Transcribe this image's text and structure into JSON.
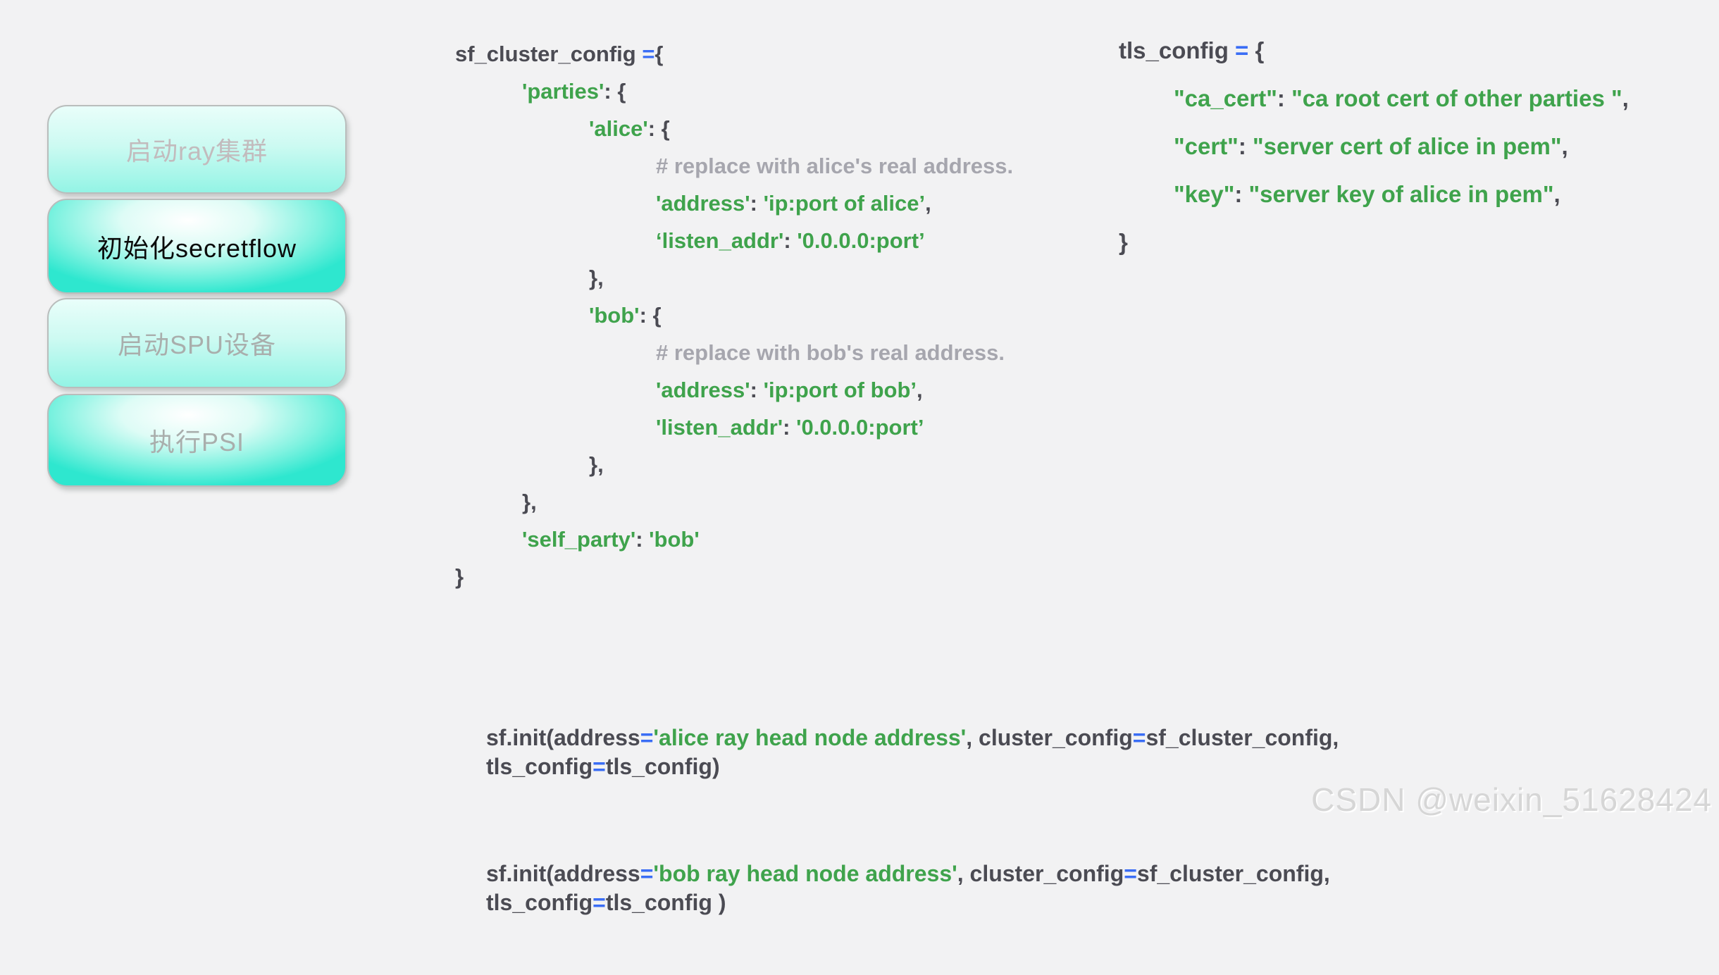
{
  "sidebar": {
    "steps": [
      {
        "label": "启动ray集群",
        "state": "inactive"
      },
      {
        "label": "初始化secretflow",
        "state": "active"
      },
      {
        "label": "启动SPU设备",
        "state": "inactive"
      },
      {
        "label": "执行PSI",
        "state": "inactive"
      }
    ]
  },
  "colors": {
    "background": "#f2f2f3",
    "code_dark": "#4b4b53",
    "code_green": "#3fa34c",
    "code_blue": "#3a6df5",
    "code_comment": "#a6a6ae",
    "button_teal": "#2ee7cf",
    "button_soft_teal": "#93f4e5",
    "button_label_gray": "#a9aeac",
    "active_label": "#0a0a0a",
    "watermark_gray": "#d6d6d6"
  },
  "code_blocks": {
    "sf_cluster_config": {
      "lines": [
        {
          "indent": 0,
          "segments": [
            [
              "d",
              "sf_cluster_config "
            ],
            [
              "b",
              "="
            ],
            [
              "d",
              "{"
            ]
          ]
        },
        {
          "indent": 1,
          "segments": [
            [
              "g",
              "'parties'"
            ],
            [
              "d",
              ": {"
            ]
          ]
        },
        {
          "indent": 2,
          "segments": [
            [
              "g",
              "'alice'"
            ],
            [
              "d",
              ": {"
            ]
          ]
        },
        {
          "indent": 3,
          "segments": [
            [
              "c",
              "# replace with alice's real address."
            ]
          ]
        },
        {
          "indent": 3,
          "segments": [
            [
              "g",
              "'address'"
            ],
            [
              "d",
              ": "
            ],
            [
              "g",
              "'ip:port of alice’"
            ],
            [
              "d",
              ","
            ]
          ]
        },
        {
          "indent": 3,
          "segments": [
            [
              "g",
              "‘listen_addr'"
            ],
            [
              "d",
              ": "
            ],
            [
              "g",
              "'0.0.0.0:port’"
            ]
          ]
        },
        {
          "indent": 2,
          "segments": [
            [
              "d",
              "},"
            ]
          ]
        },
        {
          "indent": 2,
          "segments": [
            [
              "g",
              "'bob'"
            ],
            [
              "d",
              ": {"
            ]
          ]
        },
        {
          "indent": 3,
          "segments": [
            [
              "c",
              "# replace with bob's real address."
            ]
          ]
        },
        {
          "indent": 3,
          "segments": [
            [
              "g",
              "'address'"
            ],
            [
              "d",
              ": "
            ],
            [
              "g",
              "'ip:port of bob’"
            ],
            [
              "d",
              ","
            ]
          ]
        },
        {
          "indent": 3,
          "segments": [
            [
              "g",
              "'listen_addr'"
            ],
            [
              "d",
              ": "
            ],
            [
              "g",
              "'0.0.0.0:port’"
            ]
          ]
        },
        {
          "indent": 2,
          "segments": [
            [
              "d",
              "},"
            ]
          ]
        },
        {
          "indent": 1,
          "segments": [
            [
              "d",
              "},"
            ]
          ]
        },
        {
          "indent": 1,
          "segments": [
            [
              "g",
              "'self_party'"
            ],
            [
              "d",
              ": "
            ],
            [
              "g",
              "'bob'"
            ]
          ]
        },
        {
          "indent": 0,
          "segments": [
            [
              "d",
              "}"
            ]
          ]
        }
      ]
    },
    "tls_config": {
      "lines": [
        {
          "indent": 0,
          "segments": [
            [
              "d",
              "tls_config "
            ],
            [
              "b",
              "="
            ],
            [
              "d",
              " {"
            ]
          ]
        },
        {
          "indent": 1,
          "segments": [
            [
              "g",
              "\"ca_cert\""
            ],
            [
              "d",
              ": "
            ],
            [
              "g",
              "\"ca root cert of other parties \""
            ],
            [
              "d",
              ","
            ]
          ]
        },
        {
          "indent": 1,
          "segments": [
            [
              "g",
              "\"cert\""
            ],
            [
              "d",
              ": "
            ],
            [
              "g",
              "\"server cert of alice in pem\""
            ],
            [
              "d",
              ","
            ]
          ]
        },
        {
          "indent": 1,
          "segments": [
            [
              "g",
              "\"key\""
            ],
            [
              "d",
              ": "
            ],
            [
              "g",
              "\"server key of alice in pem\""
            ],
            [
              "d",
              ","
            ]
          ]
        },
        {
          "indent": 0,
          "segments": [
            [
              "d",
              "}"
            ]
          ]
        }
      ]
    },
    "sf_init_alice": {
      "lines": [
        {
          "indent": 0,
          "segments": [
            [
              "d",
              "sf.init(address"
            ],
            [
              "b",
              "="
            ],
            [
              "g",
              "'alice ray head node address'"
            ],
            [
              "d",
              ", cluster_config"
            ],
            [
              "b",
              "="
            ],
            [
              "d",
              "sf_cluster_config,"
            ]
          ]
        },
        {
          "indent": 0,
          "segments": [
            [
              "d",
              "tls_config"
            ],
            [
              "b",
              "="
            ],
            [
              "d",
              "tls_config)"
            ]
          ]
        }
      ]
    },
    "sf_init_bob": {
      "lines": [
        {
          "indent": 0,
          "segments": [
            [
              "d",
              "sf.init(address"
            ],
            [
              "b",
              "="
            ],
            [
              "g",
              "'bob ray head node address'"
            ],
            [
              "d",
              ", cluster_config"
            ],
            [
              "b",
              "="
            ],
            [
              "d",
              "sf_cluster_config,"
            ]
          ]
        },
        {
          "indent": 0,
          "segments": [
            [
              "d",
              "tls_config"
            ],
            [
              "b",
              "="
            ],
            [
              "d",
              "tls_config )"
            ]
          ]
        }
      ]
    }
  },
  "watermark": {
    "text": "CSDN @weixin_51628424"
  }
}
